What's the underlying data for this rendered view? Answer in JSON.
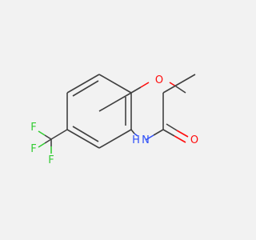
{
  "atoms": {
    "o": {
      "symbol": "O",
      "color": "#ff0d0d"
    },
    "carbonyl_o": {
      "symbol": "O",
      "color": "#ff0d0d"
    },
    "n": {
      "symbol": "N",
      "color": "#3050f8"
    },
    "h": {
      "symbol": "H",
      "color": "#3050f8"
    },
    "f1": {
      "symbol": "F",
      "color": "#33cc33"
    },
    "f2": {
      "symbol": "F",
      "color": "#33cc33"
    },
    "f3": {
      "symbol": "F",
      "color": "#33cc33"
    }
  },
  "colors": {
    "background": "#f2f2f2",
    "carbon_bond": "#404040"
  }
}
